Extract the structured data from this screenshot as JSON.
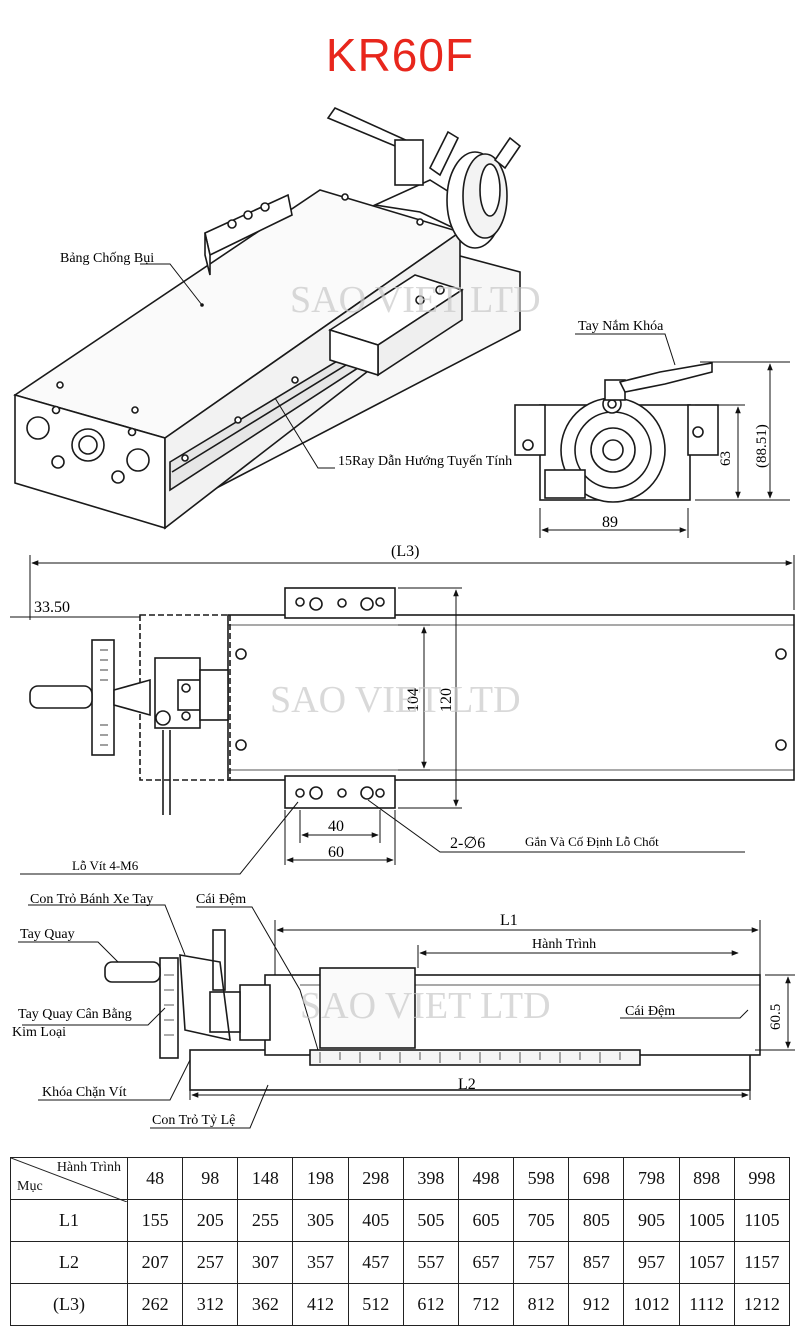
{
  "title": "KR60F",
  "watermark": "SAO VIET LTD",
  "labels": {
    "dust_plate": "Bảng Chống Bụi",
    "linear_rail": "15Ray Dẫn Hướng Tuyến Tính",
    "lock_handle": "Tay Nắm Khóa",
    "mount_holes": "Lỗ Vít 4-M6",
    "pin_holes": "Gắn Và Cố Định Lỗ Chốt",
    "pin_holes_spec": "2-∅6",
    "handwheel_pointer": "Con Trỏ Bánh Xe Tay",
    "spacer_top": "Cái Đệm",
    "crank": "Tay Quay",
    "balance_crank_1": "Tay Quay Cân Bằng",
    "balance_crank_2": "Kim Loại",
    "screw_lock": "Khóa Chặn Vít",
    "scale_pointer": "Con Trỏ Tỷ Lệ",
    "travel": "Hành Trình",
    "spacer_right": "Cái Đệm"
  },
  "dimensions": {
    "side_width": "89",
    "side_height": "63",
    "side_height_total": "(88.51)",
    "top_total": "(L3)",
    "top_offset": "33.50",
    "top_width_inner": "104",
    "top_width_outer": "120",
    "hole_spacing_small": "40",
    "hole_spacing_large": "60",
    "front_l1": "L1",
    "front_l2": "L2",
    "front_height": "60.5"
  },
  "table": {
    "header_top": "Hành Trình",
    "header_bottom": "Mục",
    "strokes": [
      "48",
      "98",
      "148",
      "198",
      "298",
      "398",
      "498",
      "598",
      "698",
      "798",
      "898",
      "998"
    ],
    "rows": [
      {
        "label": "L1",
        "values": [
          "155",
          "205",
          "255",
          "305",
          "405",
          "505",
          "605",
          "705",
          "805",
          "905",
          "1005",
          "1105"
        ]
      },
      {
        "label": "L2",
        "values": [
          "207",
          "257",
          "307",
          "357",
          "457",
          "557",
          "657",
          "757",
          "857",
          "957",
          "1057",
          "1157"
        ]
      },
      {
        "label": "(L3)",
        "values": [
          "262",
          "312",
          "362",
          "412",
          "512",
          "612",
          "712",
          "812",
          "912",
          "1012",
          "1112",
          "1212"
        ]
      }
    ]
  }
}
